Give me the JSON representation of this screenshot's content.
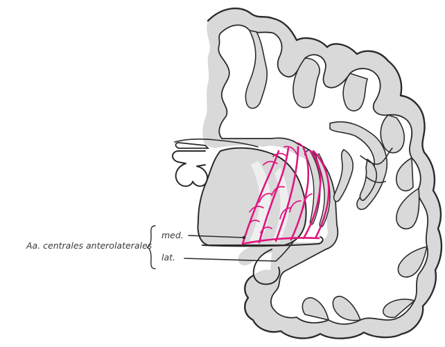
{
  "labels": {
    "group": "Aa. centrales anterolaterales",
    "medial": "med.",
    "lateral": "lat."
  },
  "colors": {
    "vessels": "#e0147e",
    "outline": "#2a2a2a",
    "gray_matter": "#d9d9d9"
  }
}
